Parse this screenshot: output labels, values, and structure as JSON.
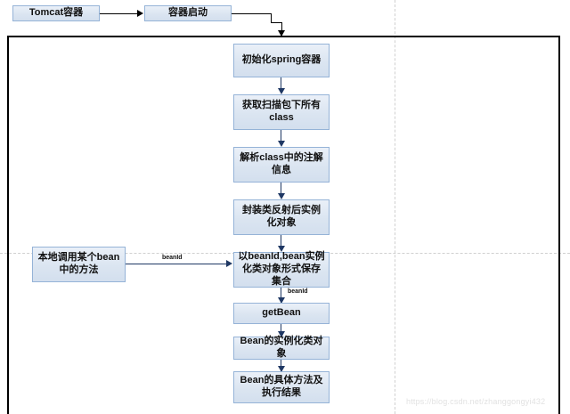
{
  "diagram": {
    "title": "Spring container startup and bean invocation flow",
    "colors": {
      "node_fill": "#dbe5f1",
      "node_border": "#95b3d7",
      "connector": "#1f3864",
      "frame": "#000000",
      "guide": "#d0d0d0",
      "watermark": "#e2e2e2"
    },
    "top_nodes": [
      {
        "id": "tomcat",
        "label": "Tomcat容器"
      },
      {
        "id": "startup",
        "label": "容器启动"
      }
    ],
    "side_nodes": [
      {
        "id": "local-call",
        "label": "本地调用某个bean中的方法"
      }
    ],
    "main_nodes": [
      {
        "id": "init-spring",
        "label": "初始化spring容器"
      },
      {
        "id": "scan-classes",
        "label": "获取扫描包下所有class"
      },
      {
        "id": "parse-annotations",
        "label": "解析class中的注解信息"
      },
      {
        "id": "wrap-reflect",
        "label": "封装类反射后实例化对象"
      },
      {
        "id": "store-map",
        "label": "以beanId,bean实例化类对象形式保存集合"
      },
      {
        "id": "get-bean",
        "label": "getBean"
      },
      {
        "id": "bean-instance",
        "label": "Bean的实例化类对象"
      },
      {
        "id": "bean-method",
        "label": "Bean的具体方法及执行结果"
      }
    ],
    "edge_labels": {
      "local_to_store": "beanId",
      "store_to_getbean": "beanId"
    },
    "watermark": "https://blog.csdn.net/zhanggongyi432"
  }
}
